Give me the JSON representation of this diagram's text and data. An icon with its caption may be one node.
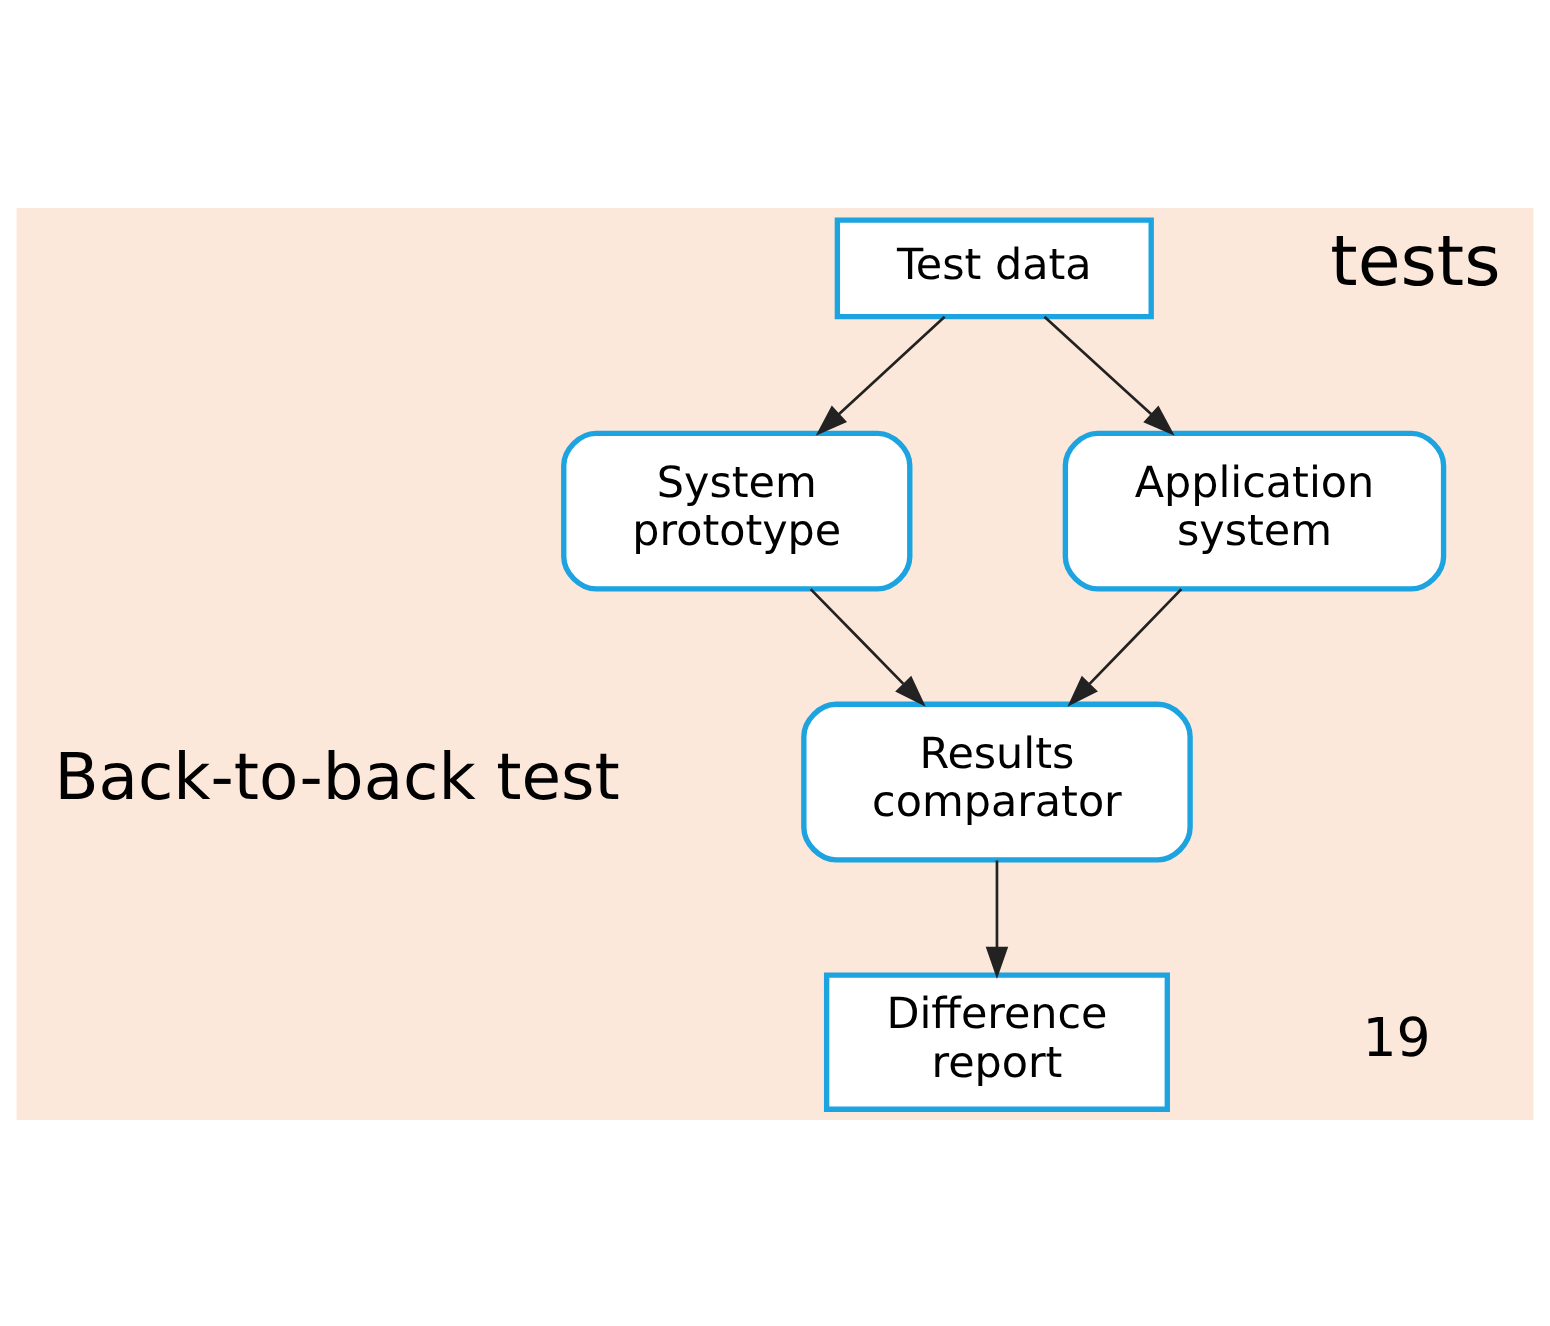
{
  "diagram": {
    "nodes": [
      {
        "text": [
          "Test data"
        ]
      },
      {
        "text": [
          "System prototype"
        ]
      },
      {
        "text": [
          "Application system"
        ]
      },
      {
        "text": [
          "Results comparator"
        ]
      },
      {
        "text": [
          "Difference report"
        ]
      }
    ],
    "edges": [
      {
        "from": 0,
        "to": 1,
        "arrow": "to"
      },
      {
        "from": 0,
        "to": 2,
        "arrow": "to"
      },
      {
        "from": 1,
        "to": 3,
        "arrow": "to"
      },
      {
        "from": 2,
        "to": 3,
        "arrow": "to"
      },
      {
        "from": 3,
        "to": 4,
        "arrow": "to"
      }
    ],
    "labels": [
      "tests",
      "Back-to-back test",
      "19"
    ]
  }
}
